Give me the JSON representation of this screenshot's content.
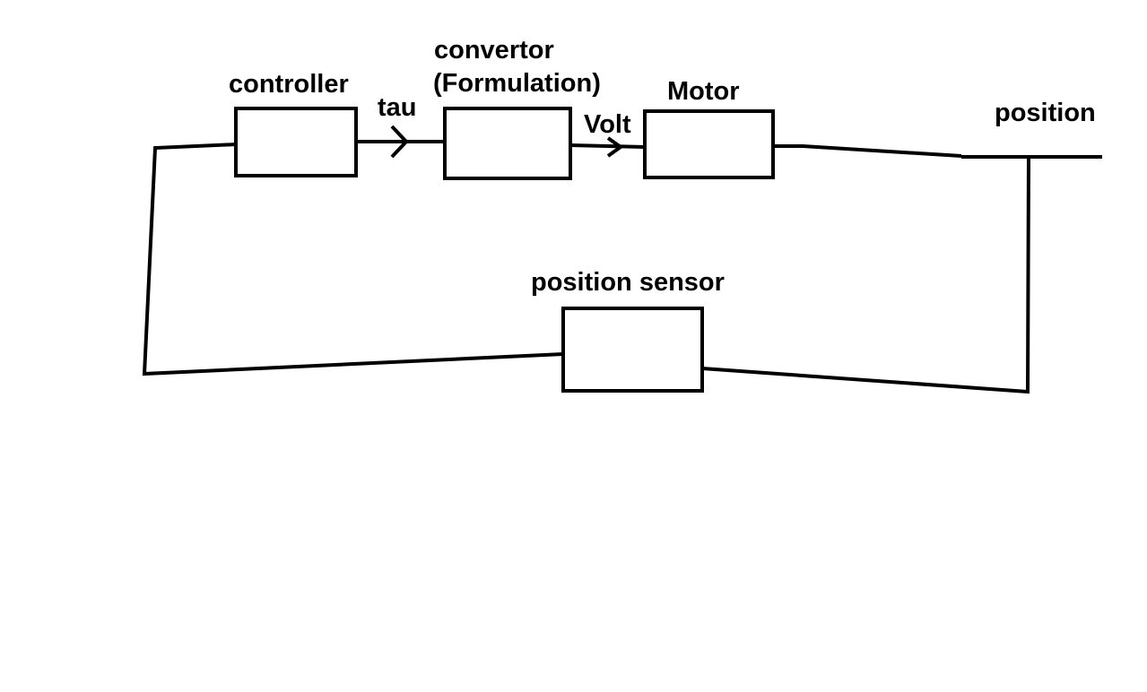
{
  "diagram": {
    "blocks": [
      {
        "id": "controller",
        "label": "controller"
      },
      {
        "id": "convertor",
        "label_line1": "convertor",
        "label_line2": "(Formulation)"
      },
      {
        "id": "motor",
        "label": "Motor"
      },
      {
        "id": "position_sensor",
        "label": "position sensor"
      }
    ],
    "signals": {
      "tau": "tau",
      "volt": "Volt",
      "position": "position"
    },
    "colors": {
      "line": "#000000",
      "background": "#ffffff"
    }
  }
}
